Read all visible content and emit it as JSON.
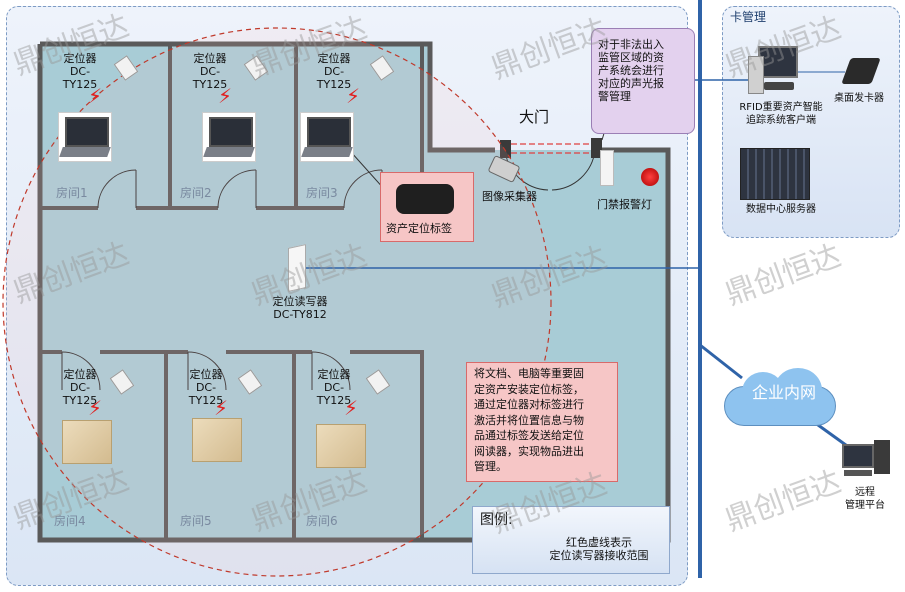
{
  "card_panel": {
    "title": "卡管理",
    "rfid_client": "RFID重要资产智能\n追踪系统客户端",
    "card_issuer": "桌面发卡器",
    "server": "数据中心服务器"
  },
  "network": {
    "intranet": "企业内网",
    "remote": "远程\n管理平台"
  },
  "gate": {
    "label": "大门",
    "camera": "图像采集器",
    "alarm_light": "门禁报警灯",
    "callout": "对于非法出入\n监管区域的资\n产系统会进行\n对应的声光报\n警管理"
  },
  "asset_tag": {
    "label": "资产定位标签"
  },
  "reader": {
    "label": "定位读写器\nDC-TY812"
  },
  "locator_label": "定位器\nDC-TY125",
  "rooms": [
    "房间1",
    "房间2",
    "房间3",
    "房间4",
    "房间5",
    "房间6"
  ],
  "description": "将文档、电脑等重要固\n定资产安装定位标签，\n通过定位器对标签进行\n激活并将位置信息与物\n品通过标签发送给定位\n阅读器，实现物品进出\n管理。",
  "legend": {
    "title": "图例:",
    "text": "红色虚线表示\n定位读写器接收范围"
  },
  "watermark": "鼎创恒达",
  "colors": {
    "floor": "#a8ccd6",
    "wall": "#5a5a5a",
    "panel_border": "#7d9bc4",
    "range_circle": "#c0392b",
    "callout_bg": "#f6c6c6",
    "callout_border": "#d86a6a",
    "link_line": "#2f63a8"
  }
}
